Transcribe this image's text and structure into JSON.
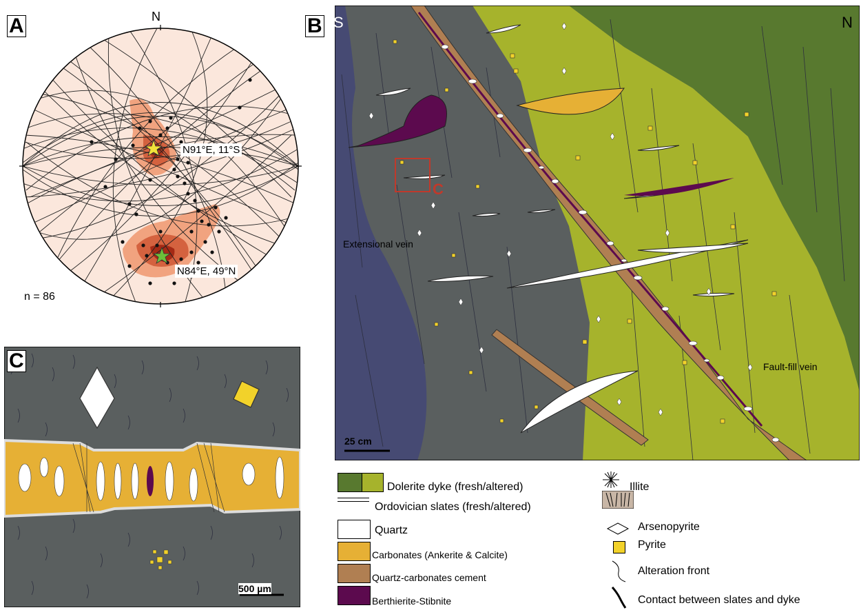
{
  "panel_a": {
    "letter": "A",
    "north": "N",
    "label_upper": "N91°E, 11°S",
    "label_lower": "N84°E, 49°N",
    "count": "n = 86"
  },
  "panel_b": {
    "letter": "B",
    "south": "S",
    "north": "N",
    "inset_label": "C",
    "scale": "25 cm",
    "ext_vein": "Extensional vein",
    "fault_vein": "Fault-fill vein"
  },
  "panel_c": {
    "letter": "C",
    "scale": "500 µm"
  },
  "legend": {
    "dolerite": "Dolerite dyke (fresh/altered)",
    "slates": "Ordovician slates (fresh/altered)",
    "quartz": "Quartz",
    "carbonates": "Carbonates (Ankerite & Calcite)",
    "qc_cement": "Quartz-carbonates cement",
    "berthierite": "Berthierite-Stibnite",
    "illite": "Illite",
    "arsenopyrite": "Arsenopyrite",
    "pyrite": "Pyrite",
    "alteration": "Alteration front",
    "contact": "Contact between slates and dyke"
  },
  "colors": {
    "dolerite_fresh": "#58792f",
    "dolerite_altered": "#a6b32c",
    "slate_fresh": "#464a73",
    "slate_altered": "#5a5f5f",
    "carbonate": "#e6b035",
    "qc_cement": "#b07f52",
    "berthierite": "#5c0a4e",
    "pyrite": "#f2d22a",
    "inset": "#c0392b",
    "density": "#c8492a"
  }
}
